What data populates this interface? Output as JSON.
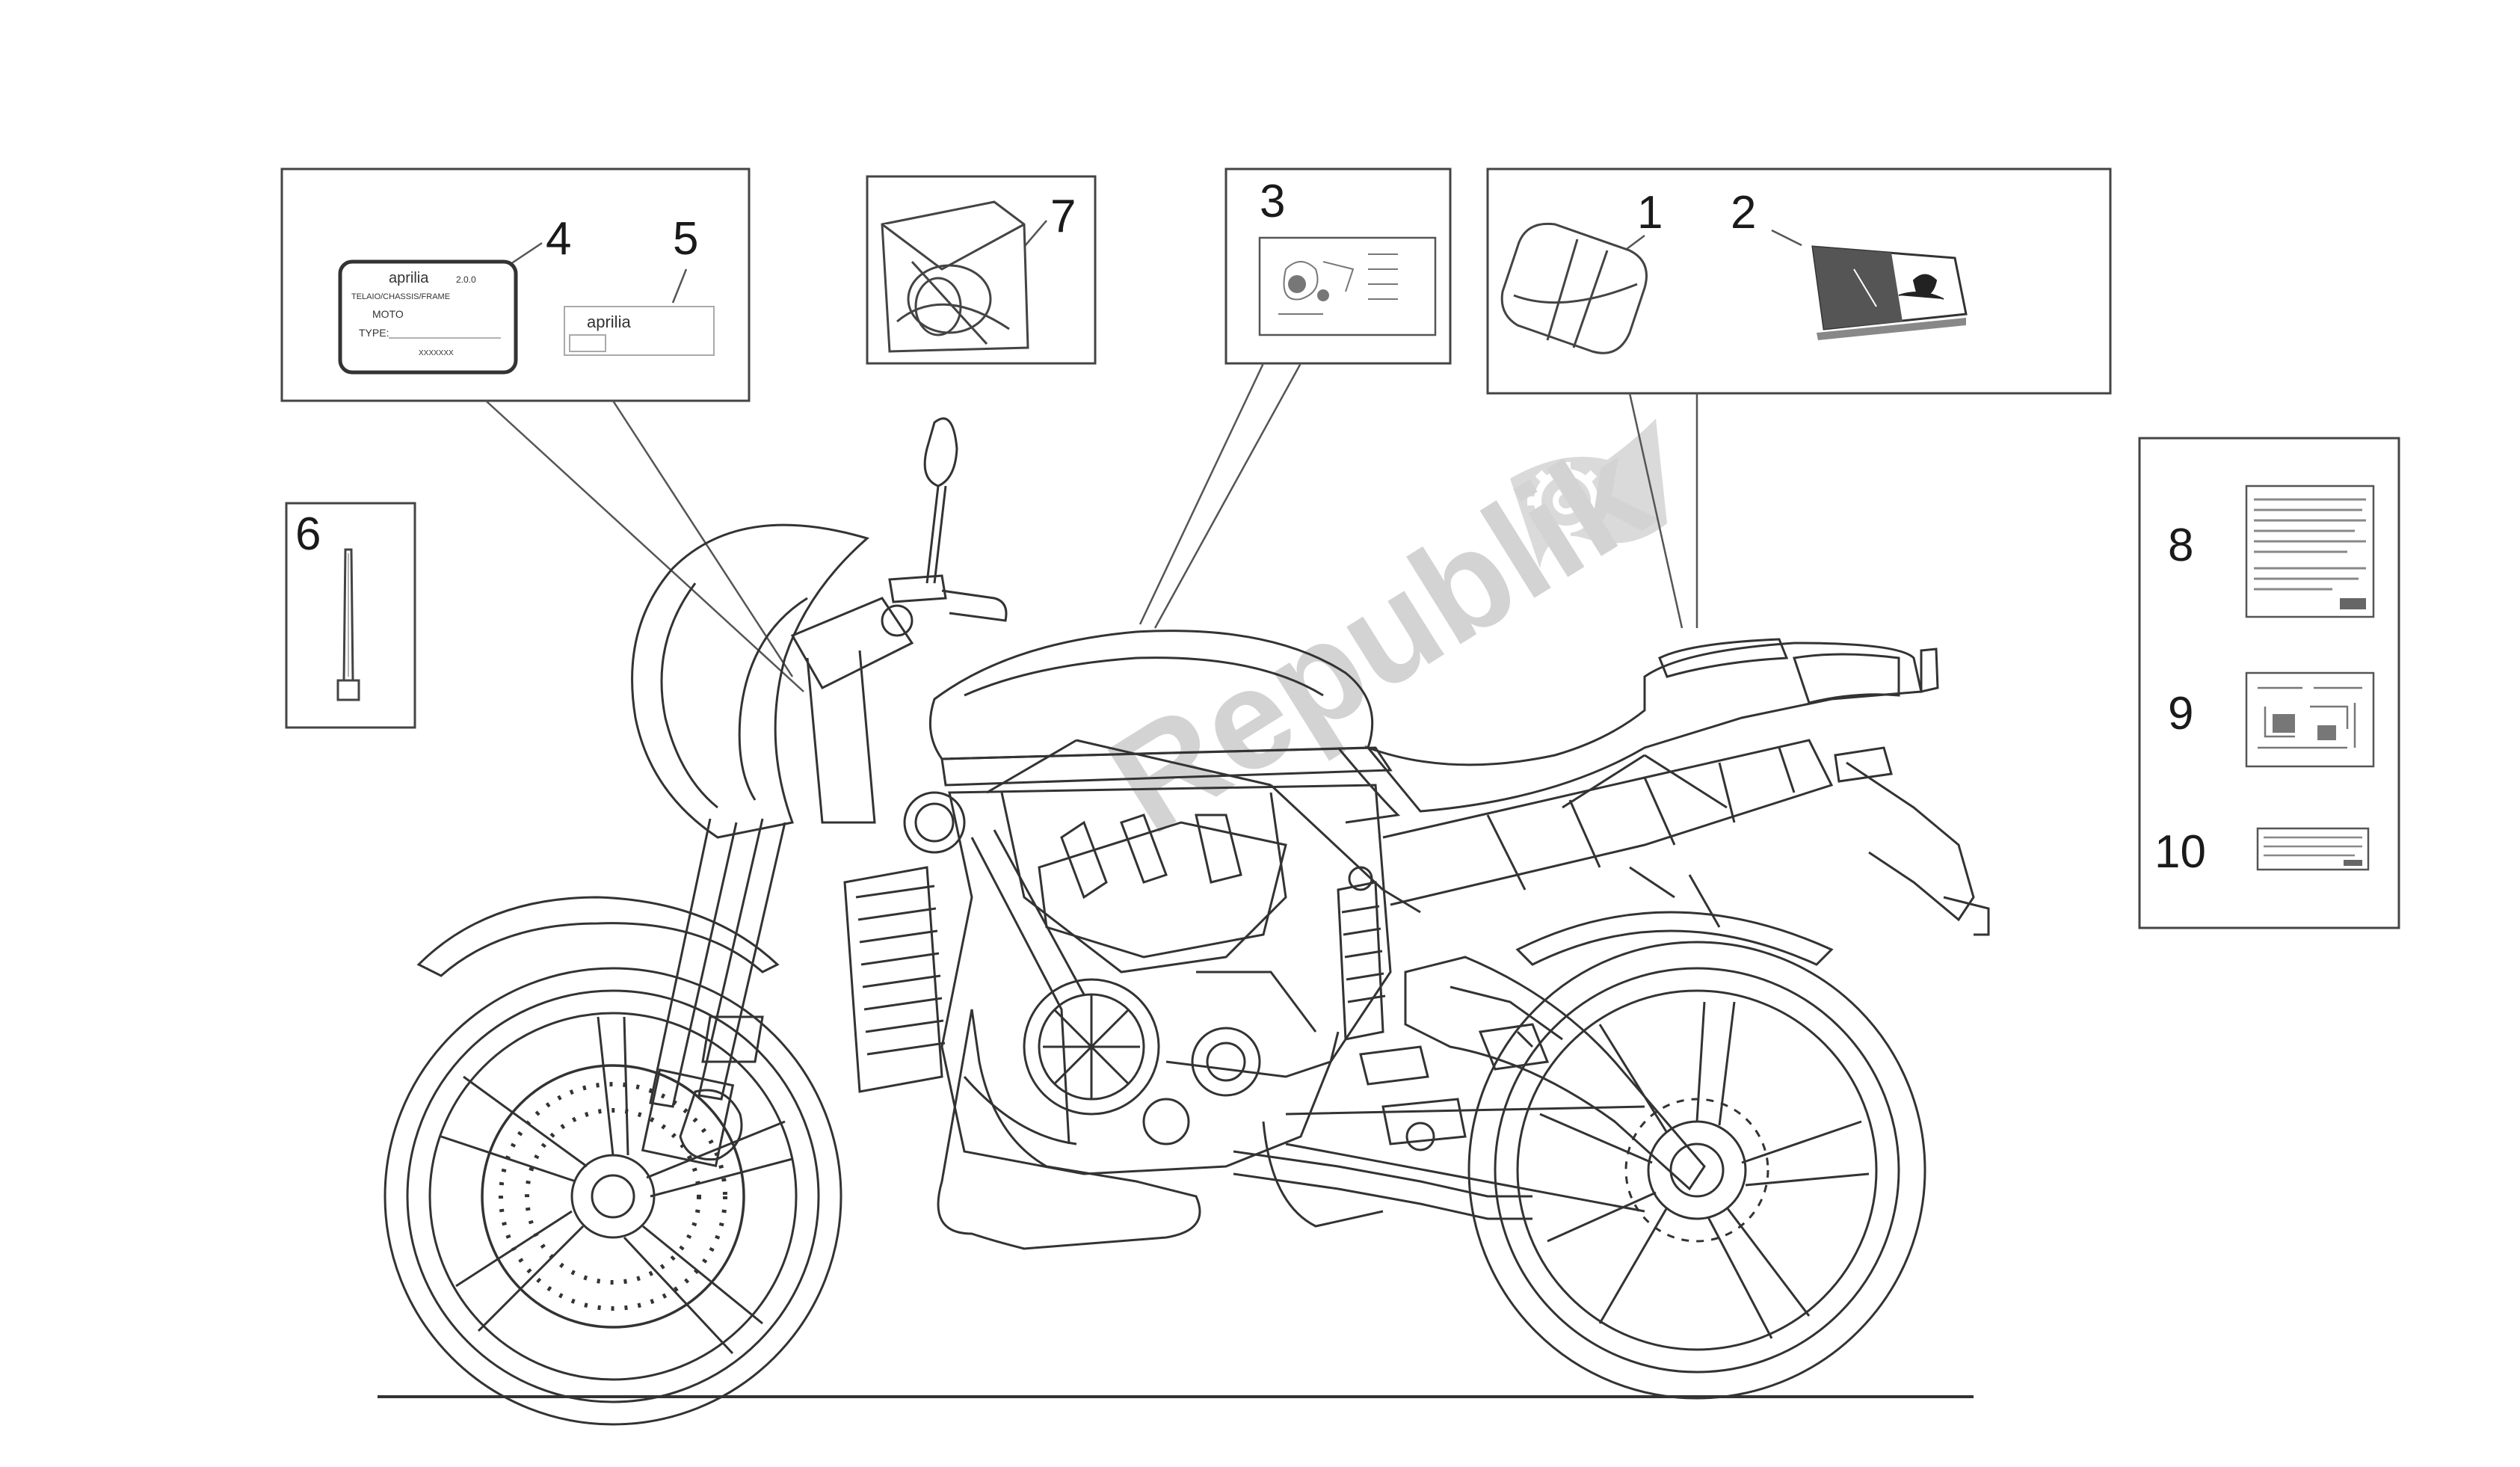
{
  "callouts": {
    "c1": "1",
    "c2": "2",
    "c3": "3",
    "c4": "4",
    "c5": "5",
    "c6": "6",
    "c7": "7",
    "c8": "8",
    "c9": "9",
    "c10": "10"
  },
  "decal_text": {
    "brand": "aprilia",
    "type_label": "TYPE:",
    "plate_code": "2.0.0",
    "plate_line": "TELAIO/CHASSIS/FRAME",
    "plate_sub": "MOTO",
    "plate_val": "XXXXXXX"
  },
  "watermark": {
    "text": "Republik"
  },
  "colors": {
    "line": "#333333",
    "watermark": "#cfcfcf",
    "background": "#ffffff"
  }
}
